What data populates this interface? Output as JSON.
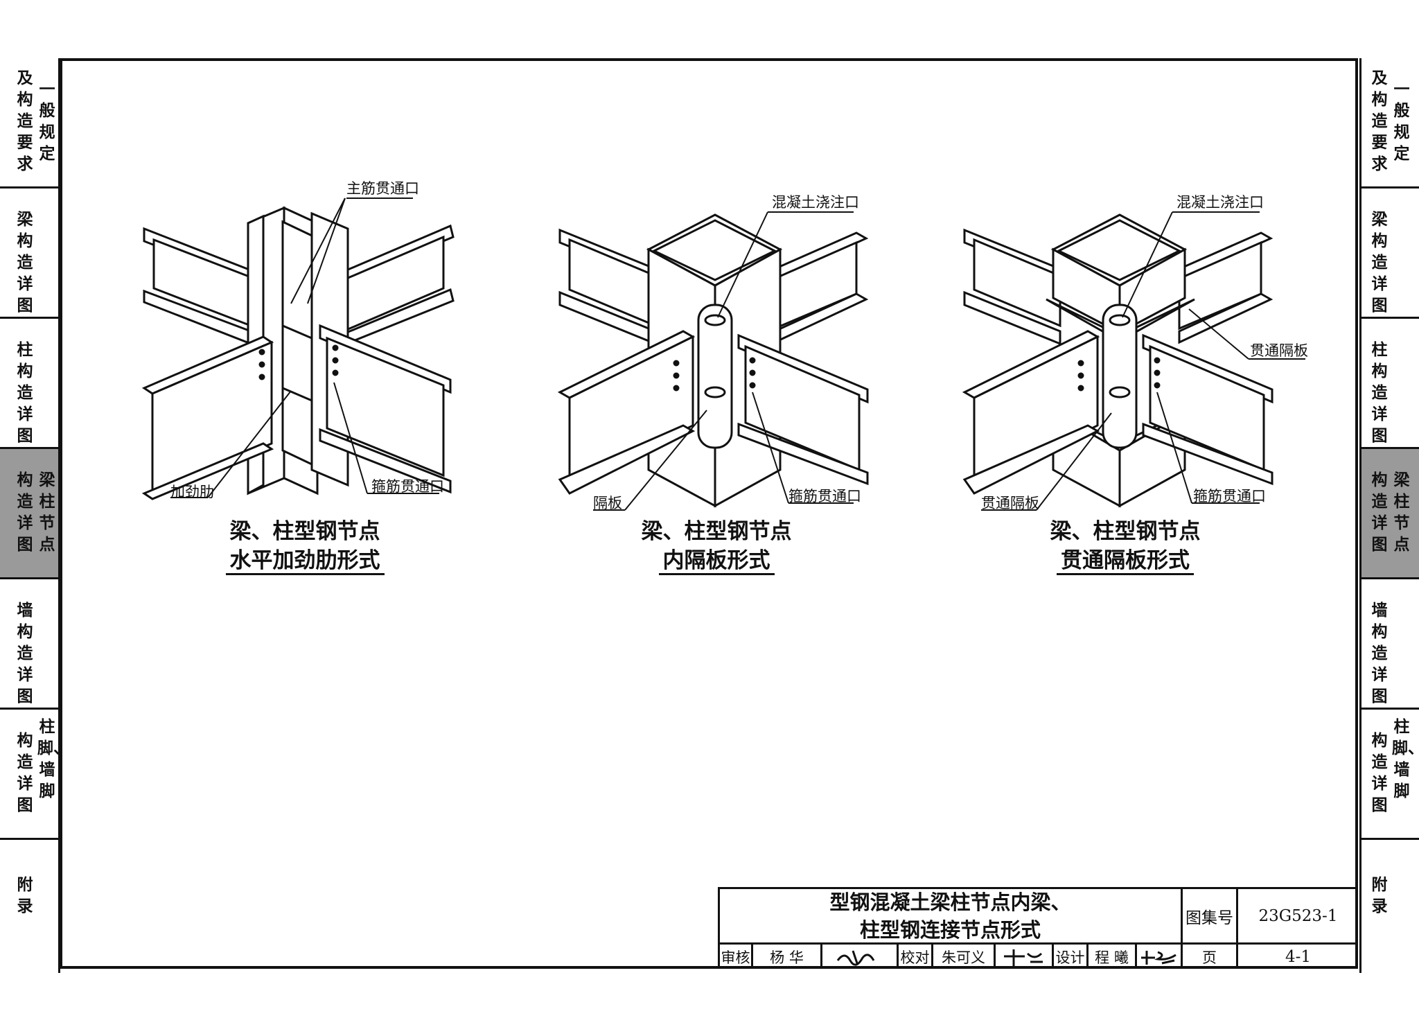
{
  "left_tabs": [
    {
      "col1": "及构造要求",
      "col2": "一般规定",
      "active": false
    },
    {
      "col1": "梁构造详图",
      "col2": "",
      "active": false
    },
    {
      "col1": "柱构造详图",
      "col2": "",
      "active": false
    },
    {
      "col1": "构造详图",
      "col2": "梁柱节点",
      "active": true
    },
    {
      "col1": "墙构造详图",
      "col2": "",
      "active": false
    },
    {
      "col1": "构造详图",
      "col2": "柱脚、墙脚",
      "active": false
    },
    {
      "col1": "附录",
      "col2": "",
      "active": false
    }
  ],
  "figures": [
    {
      "caption_line1": "梁、柱型钢节点",
      "caption_line2": "水平加劲肋形式",
      "labels": {
        "top": "主筋贯通口",
        "left_bottom": "加劲肋",
        "right_bottom": "箍筋贯通口"
      }
    },
    {
      "caption_line1": "梁、柱型钢节点",
      "caption_line2": "内隔板形式",
      "labels": {
        "top": "混凝土浇注口",
        "left_bottom": "隔板",
        "right_bottom": "箍筋贯通口"
      }
    },
    {
      "caption_line1": "梁、柱型钢节点",
      "caption_line2": "贯通隔板形式",
      "labels": {
        "top": "混凝土浇注口",
        "right_mid": "贯通隔板",
        "left_bottom": "贯通隔板",
        "right_bottom": "箍筋贯通口"
      }
    }
  ],
  "title_block": {
    "title_line1": "型钢混凝土梁柱节点内梁、",
    "title_line2": "柱型钢连接节点形式",
    "atlas_label": "图集号",
    "atlas_no": "23G523-1",
    "reviewer_label": "审核",
    "reviewer": "杨 华",
    "checker_label": "校对",
    "checker": "朱可义",
    "designer_label": "设计",
    "designer": "程 曦",
    "page_label": "页",
    "page_no": "4-1"
  }
}
